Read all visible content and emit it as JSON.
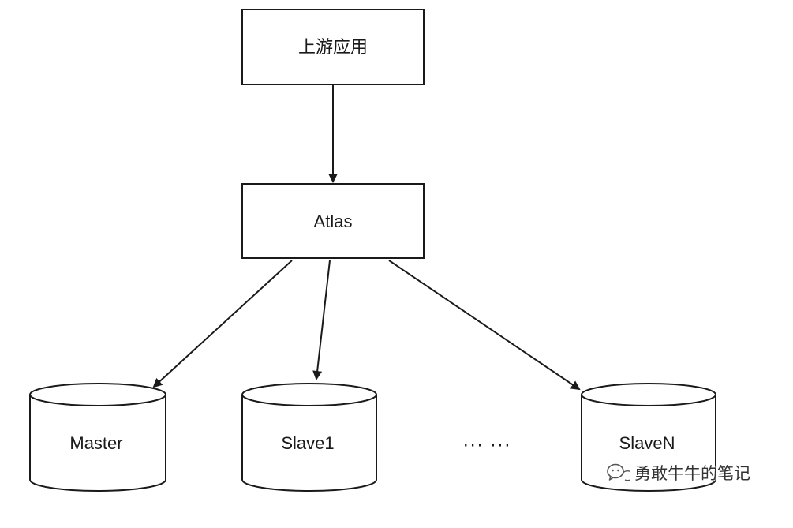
{
  "nodes": {
    "upstream": "上游应用",
    "atlas": "Atlas",
    "master": "Master",
    "slave1": "Slave1",
    "ellipsis": "··· ···",
    "slaveN": "SlaveN"
  },
  "watermark": {
    "text": "勇敢牛牛的笔记",
    "icon": "wechat-icon"
  },
  "colors": {
    "stroke": "#1a1a1a",
    "fill": "#ffffff"
  }
}
